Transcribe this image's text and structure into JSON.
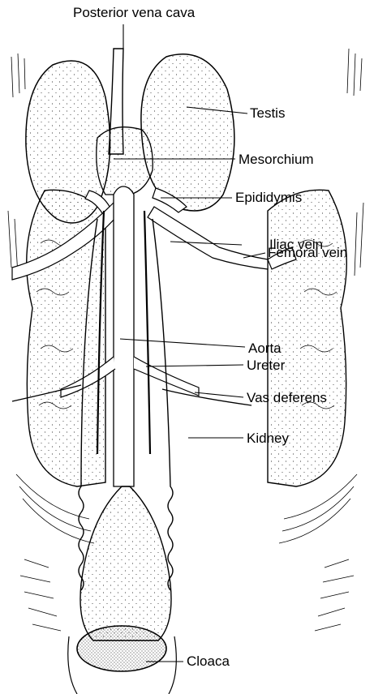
{
  "labels": {
    "posterior_vena_cava": "Posterior vena cava",
    "testis": "Testis",
    "mesorchium": "Mesorchium",
    "epididymis": "Epididymis",
    "iliac_vein": "Iliac vein",
    "femoral_vein": "Femoral vein",
    "aorta": "Aorta",
    "ureter": "Ureter",
    "vas_deferens": "Vas deferens",
    "kidney": "Kidney",
    "cloaca": "Cloaca"
  },
  "colors": {
    "ink": "#000000",
    "paper": "#ffffff"
  }
}
